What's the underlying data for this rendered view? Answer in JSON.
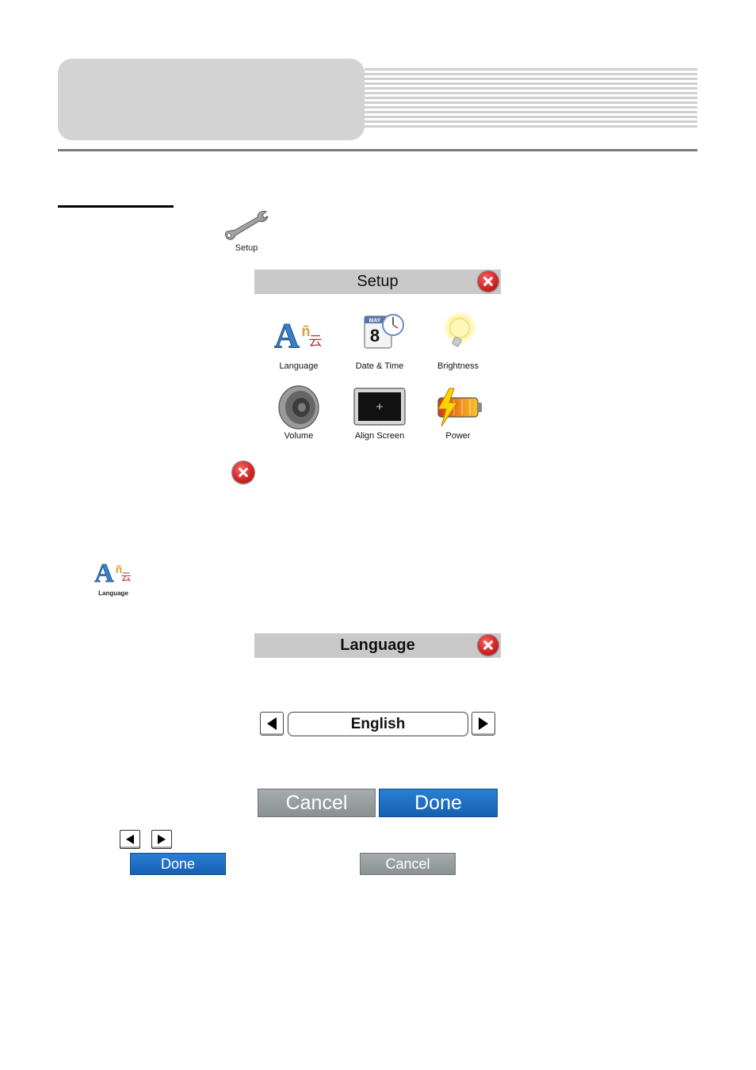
{
  "setup_shortcut": {
    "label": "Setup",
    "icon": "wrench-icon"
  },
  "setup_panel": {
    "title": "Setup",
    "items": [
      {
        "label": "Language",
        "icon": "language-icon"
      },
      {
        "label": "Date & Time",
        "icon": "calendar-clock-icon",
        "calendar_month": "MAY",
        "calendar_day": "8"
      },
      {
        "label": "Brightness",
        "icon": "lightbulb-icon"
      },
      {
        "label": "Volume",
        "icon": "speaker-icon"
      },
      {
        "label": "Align Screen",
        "icon": "align-screen-icon"
      },
      {
        "label": "Power",
        "icon": "battery-icon"
      }
    ]
  },
  "language_shortcut": {
    "label": "Language"
  },
  "language_panel": {
    "title": "Language",
    "selected_language": "English",
    "cancel_label": "Cancel",
    "done_label": "Done"
  },
  "legend": {
    "done_label": "Done",
    "cancel_label": "Cancel"
  },
  "colors": {
    "header_gray": "#d3d3d3",
    "button_blue": "#1c6fc4",
    "button_gray": "#979ea0",
    "close_red": "#d42424"
  }
}
